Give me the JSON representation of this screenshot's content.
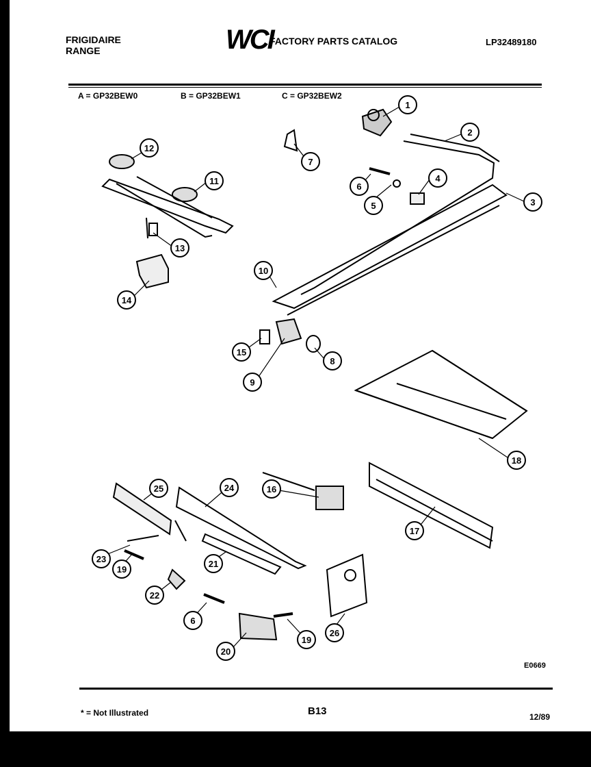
{
  "header": {
    "brand_line1": "FRIGIDAIRE",
    "brand_line2": "RANGE",
    "logo": "WCI",
    "catalog_title": "FACTORY PARTS CATALOG",
    "part_number": "LP32489180"
  },
  "models": [
    {
      "label": "A = GP32BEW0"
    },
    {
      "label": "B = GP32BEW1"
    },
    {
      "label": "C = GP32BEW2"
    }
  ],
  "callouts": [
    "1",
    "2",
    "3",
    "4",
    "5",
    "6",
    "7",
    "8",
    "9",
    "10",
    "11",
    "12",
    "13",
    "14",
    "15",
    "16",
    "17",
    "18",
    "19",
    "20",
    "21",
    "22",
    "23",
    "24",
    "25",
    "26",
    "6",
    "19"
  ],
  "footer": {
    "drawing_code": "E0669",
    "note": "* = Not Illustrated",
    "page": "B13",
    "date": "12/89"
  }
}
